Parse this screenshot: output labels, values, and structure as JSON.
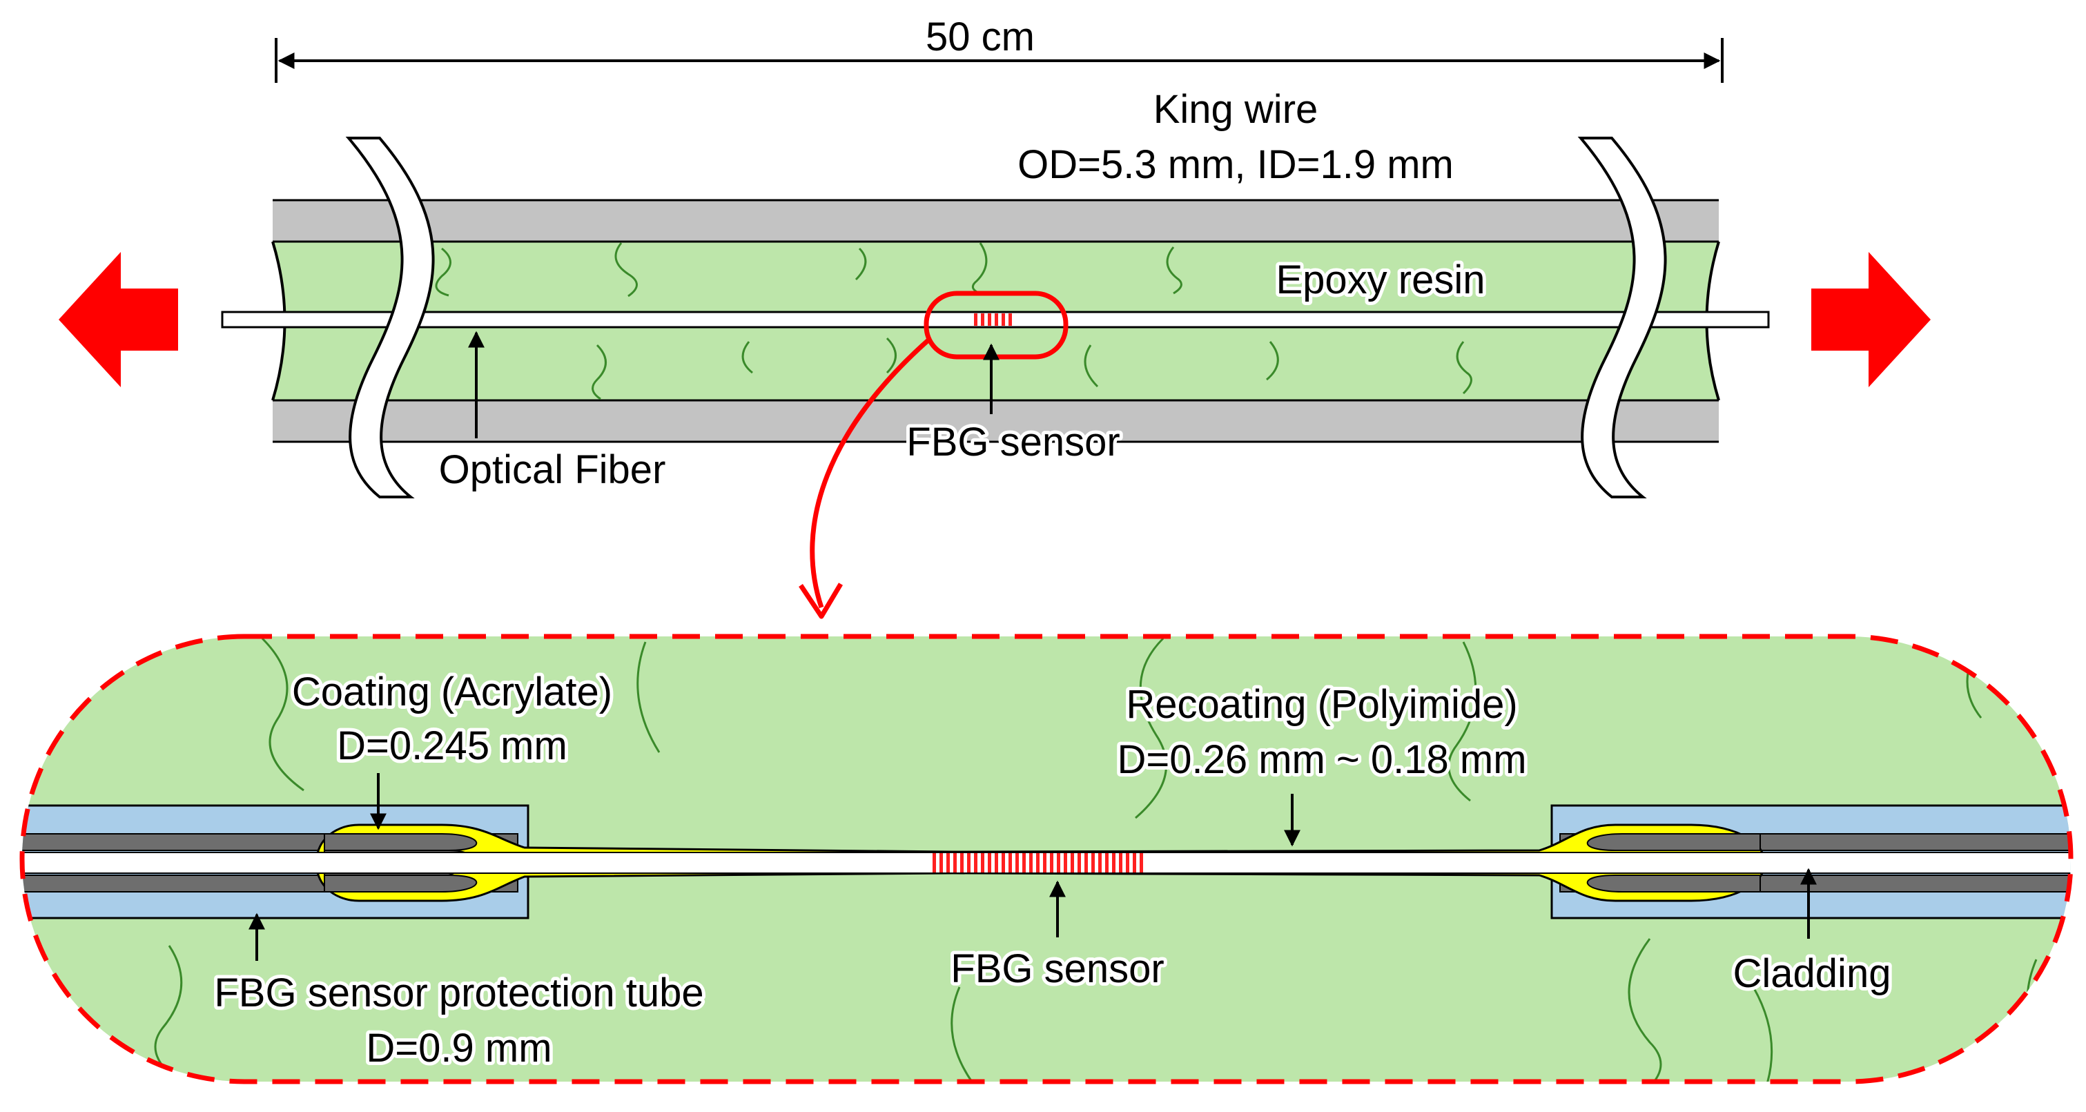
{
  "top": {
    "length_label": "50 cm",
    "king_wire_title": "King wire",
    "king_wire_dims": "OD=5.3 mm, ID=1.9 mm",
    "epoxy_label": "Epoxy resin",
    "fiber_label": "Optical Fiber",
    "sensor_label": "FBG sensor"
  },
  "detail": {
    "coating_title": "Coating (Acrylate)",
    "coating_dim": "D=0.245 mm",
    "recoating_title": "Recoating (Polyimide)",
    "recoating_dim": "D=0.26 mm ~ 0.18 mm",
    "tube_title": "FBG sensor protection tube",
    "tube_dim": "D=0.9 mm",
    "sensor_label": "FBG sensor",
    "cladding_label": "Cladding"
  },
  "colors": {
    "epoxy_green": "#bde6aa",
    "steel_gray": "#c3c3c3",
    "tube_blue": "#a9cde9",
    "coating_yellow": "#ffff00",
    "coating_gray": "#6e6e6e",
    "arrow_red": "#ff0000",
    "fiber_strand_green": "#3a8a2a"
  },
  "icons": {
    "pull_left": "red-arrow-left-icon",
    "pull_right": "red-arrow-right-icon"
  }
}
